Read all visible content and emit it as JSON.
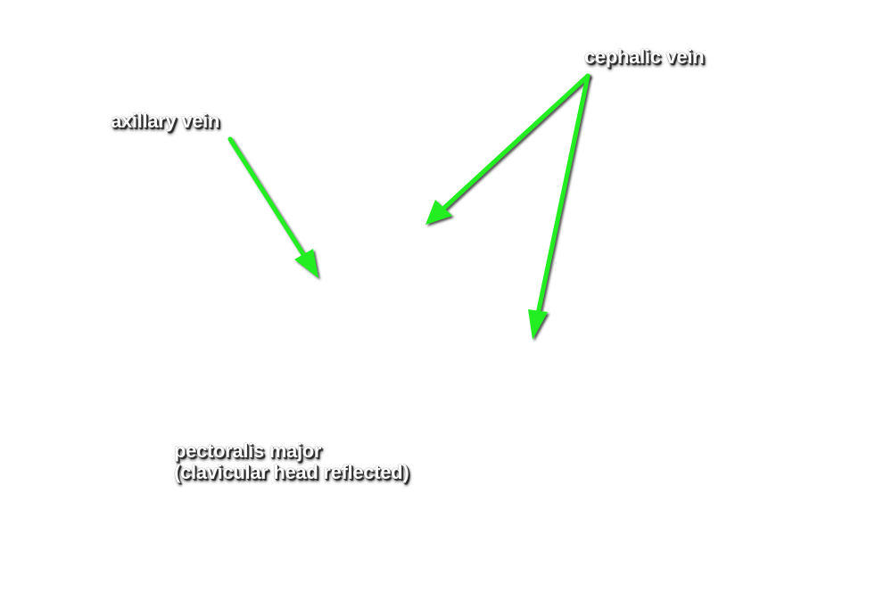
{
  "labels": {
    "axillary_vein": "axillary vein",
    "cephalic_vein": "cephalic vein",
    "pectoralis_major_line1": "pectoralis major",
    "pectoralis_major_line2": "(clavicular head reflected)"
  },
  "colors": {
    "background": "#ffffff",
    "label_text": "#ffffff",
    "arrow": "#22ee22",
    "arrow_shadow": "#333333"
  }
}
